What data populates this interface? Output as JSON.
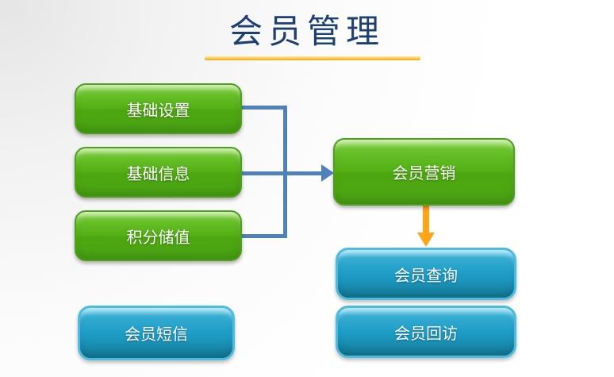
{
  "slide": {
    "title": "会员管理"
  },
  "colors": {
    "title_navy": "#1E3F73",
    "underline_gold": "#F6B21E",
    "connector_blue": "#4F81BD",
    "arrow_orange": "#FFA318",
    "node_green": "#54B015",
    "node_blue": "#1F9DC7"
  },
  "nodes": [
    {
      "id": "basic-settings",
      "label": "基础设置",
      "variant": "green"
    },
    {
      "id": "basic-info",
      "label": "基础信息",
      "variant": "green"
    },
    {
      "id": "points-stored-value",
      "label": "积分储值",
      "variant": "green"
    },
    {
      "id": "member-sms",
      "label": "会员短信",
      "variant": "blue"
    },
    {
      "id": "member-marketing",
      "label": "会员营销",
      "variant": "green"
    },
    {
      "id": "member-query",
      "label": "会员查询",
      "variant": "blue"
    },
    {
      "id": "member-followup",
      "label": "会员回访",
      "variant": "blue"
    }
  ],
  "edges": [
    {
      "from": "basic-settings",
      "to": "member-marketing",
      "color": "#4F81BD",
      "style": "elbow"
    },
    {
      "from": "basic-info",
      "to": "member-marketing",
      "color": "#4F81BD",
      "style": "straight-arrow"
    },
    {
      "from": "points-stored-value",
      "to": "member-marketing",
      "color": "#4F81BD",
      "style": "elbow"
    },
    {
      "from": "member-marketing",
      "to": "member-query",
      "color": "#FFA318",
      "style": "down-arrow"
    }
  ]
}
